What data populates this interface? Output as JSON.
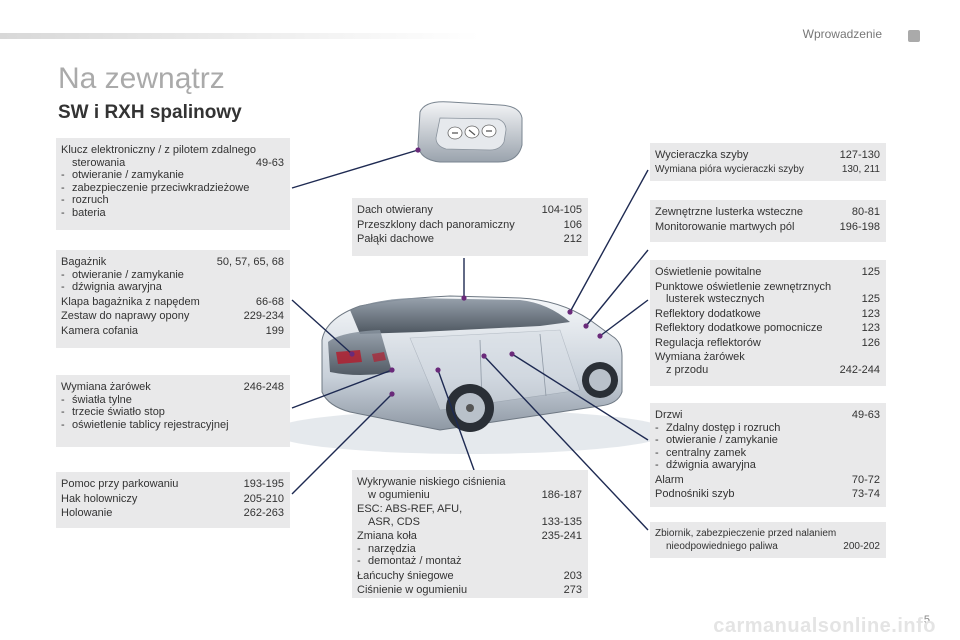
{
  "header": {
    "section": "Wprowadzenie"
  },
  "title": "Na zewnątrz",
  "subtitle": "SW i RXH spalinowy",
  "boxes": {
    "key": {
      "l1": "Klucz elektroniczny / z pilotem zdalnego",
      "l2": "sterowania",
      "l2p": "49-63",
      "d1": "otwieranie / zamykanie",
      "d2": "zabezpieczenie przeciwkradzieżowe",
      "d3": "rozruch",
      "d4": "bateria"
    },
    "boot": {
      "l1": "Bagażnik",
      "l1p": "50, 57, 65, 68",
      "d1": "otwieranie / zamykanie",
      "d2": "dźwignia awaryjna",
      "l2": "Klapa bagażnika z napędem",
      "l2p": "66-68",
      "l3": "Zestaw do naprawy opony",
      "l3p": "229-234",
      "l4": "Kamera cofania",
      "l4p": "199"
    },
    "rearlamps": {
      "l1": "Wymiana żarówek",
      "l1p": "246-248",
      "d1": "światła tylne",
      "d2": "trzecie światło stop",
      "d3": "oświetlenie tablicy rejestracyjnej"
    },
    "parking": {
      "l1": "Pomoc przy parkowaniu",
      "l1p": "193-195",
      "l2": "Hak holowniczy",
      "l2p": "205-210",
      "l3": "Holowanie",
      "l3p": "262-263"
    },
    "roof": {
      "l1": "Dach otwierany",
      "l1p": "104-105",
      "l2": "Przeszklony dach panoramiczny",
      "l2p": "106",
      "l3": "Pałąki dachowe",
      "l3p": "212"
    },
    "tyres": {
      "l1": "Wykrywanie niskiego ciśnienia",
      "l2": "w ogumieniu",
      "l2p": "186-187",
      "l3": "ESC: ABS-REF, AFU,",
      "l4": "ASR, CDS",
      "l4p": "133-135",
      "l5": "Zmiana koła",
      "l5p": "235-241",
      "d1": "narzędzia",
      "d2": "demontaż / montaż",
      "l6": "Łańcuchy śniegowe",
      "l6p": "203",
      "l7": "Ciśnienie w ogumieniu",
      "l7p": "273"
    },
    "wiper": {
      "l1": "Wycieraczka szyby",
      "l1p": "127-130",
      "l2": "Wymiana pióra wycieraczki szyby",
      "l2p": "130, 211"
    },
    "mirrors": {
      "l1": "Zewnętrzne lusterka wsteczne",
      "l1p": "80-81",
      "l2": "Monitorowanie martwych pól",
      "l2p": "196-198"
    },
    "lighting": {
      "l1": "Oświetlenie powitalne",
      "l1p": "125",
      "l2": "Punktowe oświetlenie zewnętrznych",
      "l3": "lusterek wstecznych",
      "l3p": "125",
      "l4": "Reflektory dodatkowe",
      "l4p": "123",
      "l5": "Reflektory dodatkowe pomocnicze",
      "l5p": "123",
      "l6": "Regulacja reflektorów",
      "l6p": "126",
      "l7": "Wymiana żarówek",
      "l8": "z przodu",
      "l8p": "242-244"
    },
    "doors": {
      "l1": "Drzwi",
      "l1p": "49-63",
      "d1": "Zdalny dostęp i rozruch",
      "d2": "otwieranie / zamykanie",
      "d3": "centralny zamek",
      "d4": "dźwignia awaryjna",
      "l2": "Alarm",
      "l2p": "70-72",
      "l3": "Podnośniki szyb",
      "l3p": "73-74"
    },
    "fuel": {
      "l1": "Zbiornik, zabezpieczenie przed nalaniem",
      "l2": "nieodpowiedniego paliwa",
      "l2p": "200-202"
    }
  },
  "page_number": "5",
  "footer": "carmanualsonline.info",
  "colors": {
    "box_bg": "#e9e9ea",
    "title_gray": "#aaaaaa",
    "callout_line": "#1e2a52",
    "marker": "#6a2a7a"
  },
  "icons": [
    "electronic-key-icon",
    "car-illustration"
  ]
}
